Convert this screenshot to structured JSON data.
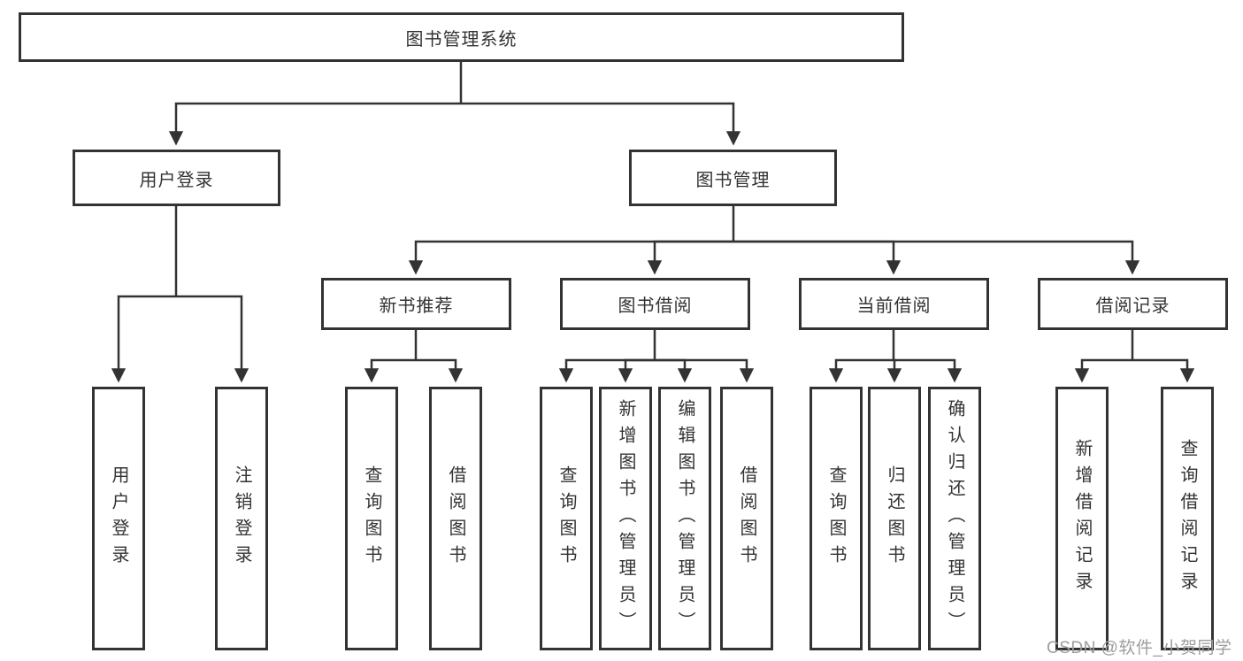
{
  "diagram": {
    "type": "hierarchy-tree",
    "tree": {
      "root": "图书管理系统",
      "user_login": {
        "label": "用户登录",
        "children": [
          "用户登录",
          "注销登录"
        ]
      },
      "book_mgmt": {
        "label": "图书管理",
        "sections": [
          {
            "label": "新书推荐",
            "children": [
              "查询图书",
              "借阅图书"
            ]
          },
          {
            "label": "图书借阅",
            "children": [
              "查询图书",
              "新增图书（管理员）",
              "编辑图书（管理员）",
              "借阅图书"
            ]
          },
          {
            "label": "当前借阅",
            "children": [
              "查询图书",
              "归还图书",
              "确认归还（管理员）"
            ]
          },
          {
            "label": "借阅记录",
            "children": [
              "新增借阅记录",
              "查询借阅记录"
            ]
          }
        ]
      }
    },
    "colors": {
      "line": "#333333",
      "box_border": "#333333",
      "box_fill": "#ffffff",
      "text": "#333333",
      "watermark_text": "#9e9e9e"
    }
  },
  "watermark": {
    "text": "CSDN @软件_小贺同学"
  }
}
